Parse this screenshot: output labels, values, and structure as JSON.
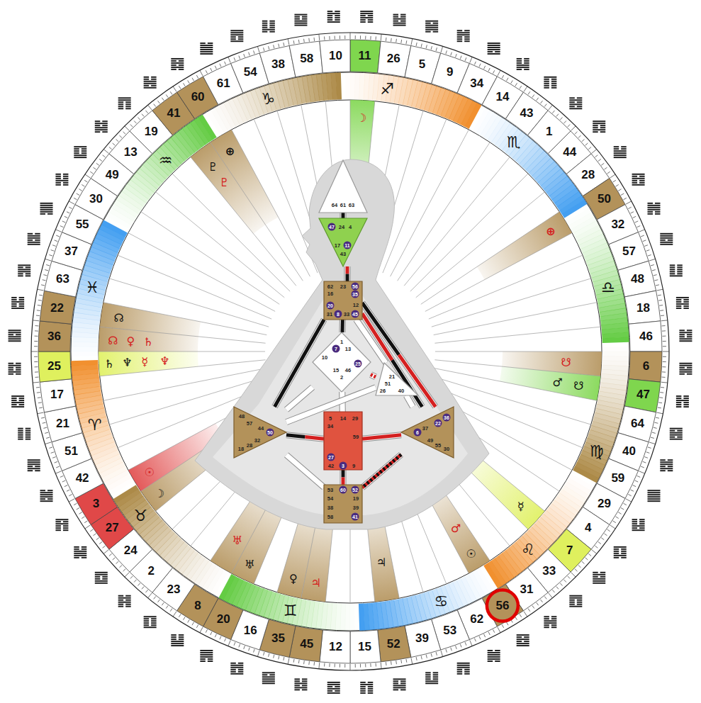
{
  "diagram": {
    "nodes": [
      {
        "text": [
          "64",
          "61",
          "63"
        ]
      },
      {
        "text": [
          "47",
          "24",
          "4",
          "17",
          "11",
          "43"
        ]
      },
      {
        "text": [
          "62",
          "23",
          "56",
          "16",
          "35",
          "12",
          "20",
          "31",
          "8",
          "33",
          "45"
        ]
      },
      {
        "text": [
          "1",
          "7",
          "13",
          "10",
          "25",
          "15",
          "46",
          "2"
        ]
      },
      {
        "text": [
          "21",
          "51",
          "26",
          "40"
        ]
      },
      {
        "text": [
          "48",
          "57",
          "44",
          "50",
          "32",
          "28",
          "18"
        ]
      },
      {
        "text": [
          "5",
          "14",
          "29",
          "34",
          "59",
          "27",
          "42",
          "3",
          "9"
        ]
      },
      {
        "text": [
          "36",
          "22",
          "37",
          "6",
          "49",
          "55",
          "30"
        ]
      },
      {
        "text": [
          "53",
          "60",
          "52",
          "54",
          "19",
          "38",
          "39",
          "58",
          "41"
        ]
      }
    ],
    "edges": [
      {
        "from": 0,
        "to": 1,
        "arrow": "none"
      },
      {
        "from": 1,
        "to": 2,
        "arrow": "none"
      },
      {
        "from": 2,
        "to": 3,
        "arrow": "none"
      },
      {
        "from": 2,
        "to": 5,
        "arrow": "none"
      },
      {
        "from": 2,
        "to": 7,
        "arrow": "none"
      },
      {
        "from": 2,
        "to": 7,
        "arrow": "none"
      },
      {
        "from": 2,
        "to": 4,
        "arrow": "none"
      },
      {
        "from": 3,
        "to": 4,
        "arrow": "none"
      },
      {
        "from": 3,
        "to": 5,
        "arrow": "none"
      },
      {
        "from": 3,
        "to": 6,
        "arrow": "none"
      },
      {
        "from": 4,
        "to": 5,
        "arrow": "none"
      },
      {
        "from": 4,
        "to": 7,
        "arrow": "none"
      },
      {
        "from": 5,
        "to": 6,
        "arrow": "none"
      },
      {
        "from": 6,
        "to": 7,
        "arrow": "none"
      },
      {
        "from": 5,
        "to": 8,
        "arrow": "none"
      },
      {
        "from": 6,
        "to": 8,
        "arrow": "none"
      },
      {
        "from": 7,
        "to": 8,
        "arrow": "none"
      }
    ],
    "labels": [
      "11",
      "26",
      "5",
      "9",
      "34",
      "14",
      "43",
      "1",
      "44",
      "28",
      "50",
      "32",
      "57",
      "48",
      "18",
      "46",
      "6",
      "47",
      "64",
      "40",
      "59",
      "29",
      "4",
      "7",
      "33",
      "31",
      "56",
      "62",
      "53",
      "39",
      "52",
      "15",
      "12",
      "45",
      "35",
      "16",
      "20",
      "8",
      "23",
      "2",
      "24",
      "27",
      "3",
      "42",
      "51",
      "21",
      "17",
      "25",
      "36",
      "22",
      "63",
      "37",
      "55",
      "30",
      "49",
      "13",
      "19",
      "41",
      "60",
      "61",
      "54",
      "38",
      "58",
      "10",
      "♐",
      "♏",
      "♎",
      "♍",
      "♌",
      "♋",
      "♊",
      "♉",
      "♈",
      "♓",
      "♒",
      "♑",
      "☽",
      "⊕",
      "♇",
      "♇",
      "⊕",
      "☊",
      "☊",
      "♀",
      "♄",
      "♄",
      "♆",
      "☿",
      "♆",
      "☋",
      "♂",
      "☋",
      "☿",
      "♂",
      "☉",
      "♅",
      "♅",
      "♀",
      "♃",
      "♃",
      "☉",
      "☽"
    ]
  }
}
